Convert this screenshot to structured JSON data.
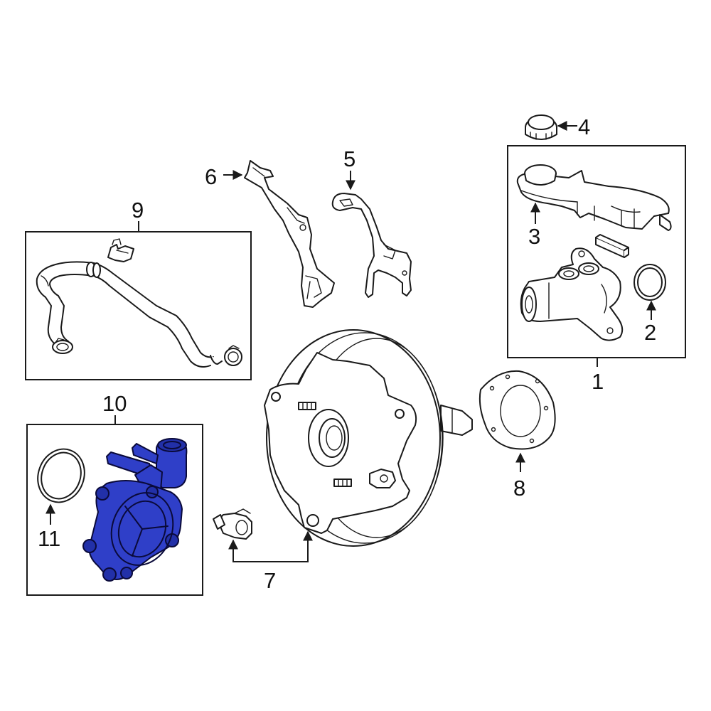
{
  "callouts": {
    "c1": "1",
    "c2": "2",
    "c3": "3",
    "c4": "4",
    "c5": "5",
    "c6": "6",
    "c7": "7",
    "c8": "8",
    "c9": "9",
    "c10": "10",
    "c11": "11"
  },
  "colors": {
    "highlight": "#2f3fc8",
    "highlight_dark": "#2230a8",
    "line": "#1a1a1a",
    "background": "#ffffff"
  }
}
